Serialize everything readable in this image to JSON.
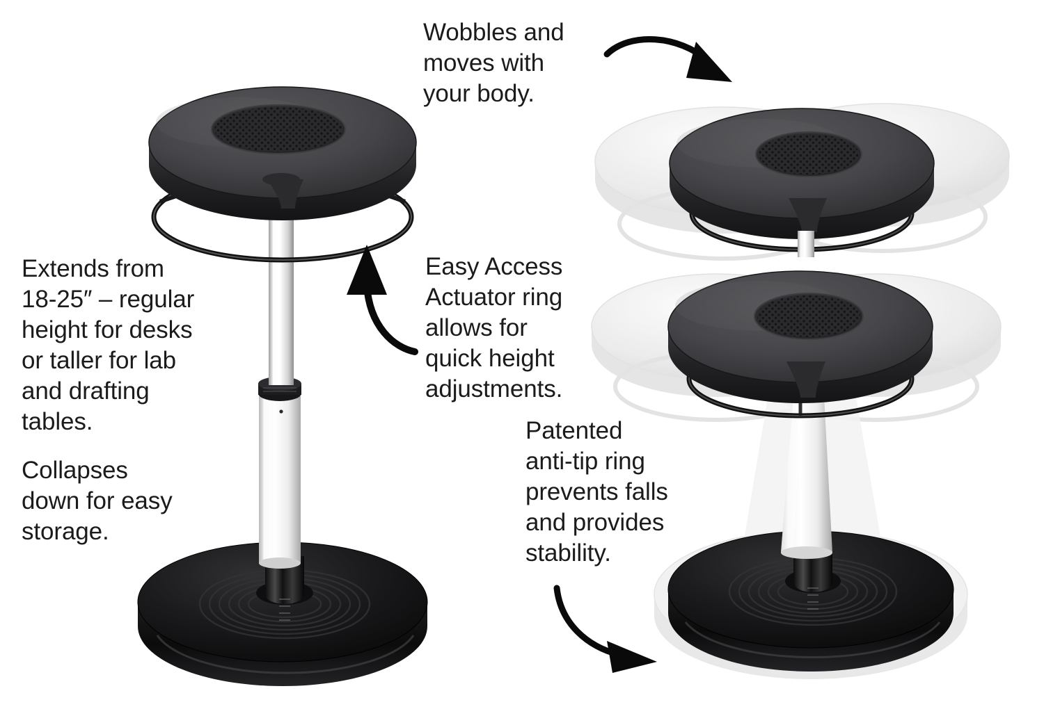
{
  "meta": {
    "title": "Wobble stool feature infographic",
    "background_color": "#ffffff",
    "text_color": "#1b1b1b"
  },
  "callouts": {
    "extends": "Extends from\n18-25″ – regular\nheight for desks\nor taller for lab\nand drafting\ntables.",
    "collapses": "Collapses\ndown for easy\nstorage.",
    "wobbles": "Wobbles and\nmoves with\nyour body.",
    "actuator": "Easy Access\nActuator ring\nallows for\nquick height\nadjustments.",
    "patented": "Patented\nanti-tip ring\nprevents falls\nand provides\nstability."
  },
  "arrows": [
    {
      "name": "arrow-to-wobble-seat",
      "direction": "down-right",
      "points_to": "upper right seat"
    },
    {
      "name": "arrow-to-actuator-ring",
      "direction": "up",
      "points_to": "left stool actuator ring"
    },
    {
      "name": "arrow-to-anti-tip-base",
      "direction": "down-right",
      "points_to": "right stool base"
    }
  ],
  "products": {
    "left_stool": {
      "name": "stool-extended",
      "state": "extended",
      "parts": [
        "seat-cushion",
        "textured-center-pad",
        "actuator-ring",
        "upper-chrome-post",
        "collar",
        "lower-white-post",
        "anti-tip-base"
      ]
    },
    "right_stool": {
      "name": "stool-wobbling",
      "state": "wobbling",
      "parts": [
        "seat-cushion",
        "textured-center-pad",
        "actuator-ring",
        "tapered-white-column",
        "anti-tip-base",
        "motion-ghosts"
      ]
    }
  },
  "colors": {
    "seat_dark": "#3b3b3d",
    "seat_edge": "#232325",
    "pad_dark": "#2e2e30",
    "post_white": "#f4f4f4",
    "post_chrome": "#d8d8d8",
    "base_black": "#141414",
    "ghost_gray": "#ededed",
    "ring_black": "#111111"
  }
}
